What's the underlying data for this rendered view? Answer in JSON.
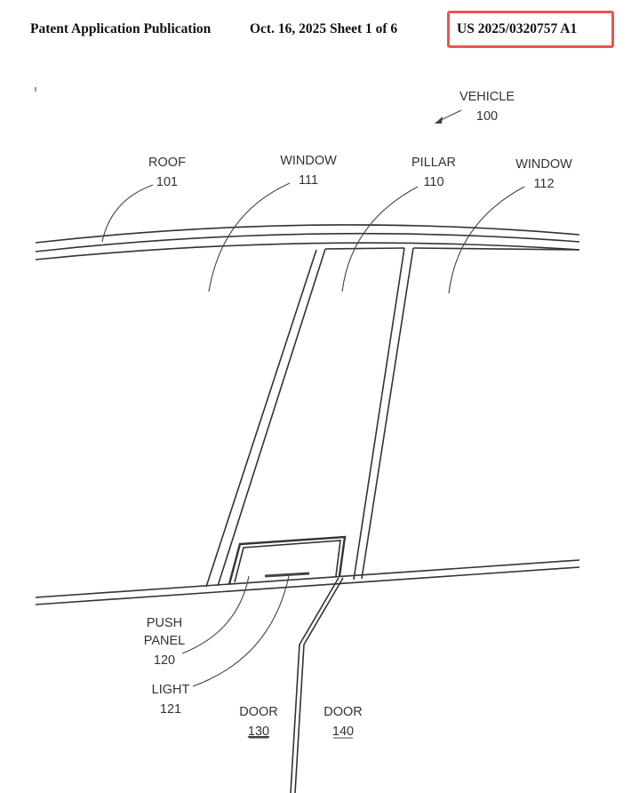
{
  "header": {
    "publication_type": "Patent Application Publication",
    "date_sheet": "Oct. 16, 2025  Sheet 1 of 6",
    "publication_number": "US 2025/0320757 A1",
    "highlight_color": "#ef5350"
  },
  "labels": {
    "vehicle": {
      "name": "VEHICLE",
      "ref": "100"
    },
    "roof": {
      "name": "ROOF",
      "ref": "101"
    },
    "window_111": {
      "name": "WINDOW",
      "ref": "111"
    },
    "pillar": {
      "name": "PILLAR",
      "ref": "110"
    },
    "window_112": {
      "name": "WINDOW",
      "ref": "112"
    },
    "push_panel": {
      "name_line1": "PUSH",
      "name_line2": "PANEL",
      "ref": "120"
    },
    "light": {
      "name": "LIGHT",
      "ref": "121"
    },
    "door_130": {
      "name": "DOOR",
      "ref": "130"
    },
    "door_140": {
      "name": "DOOR",
      "ref": "140"
    }
  }
}
